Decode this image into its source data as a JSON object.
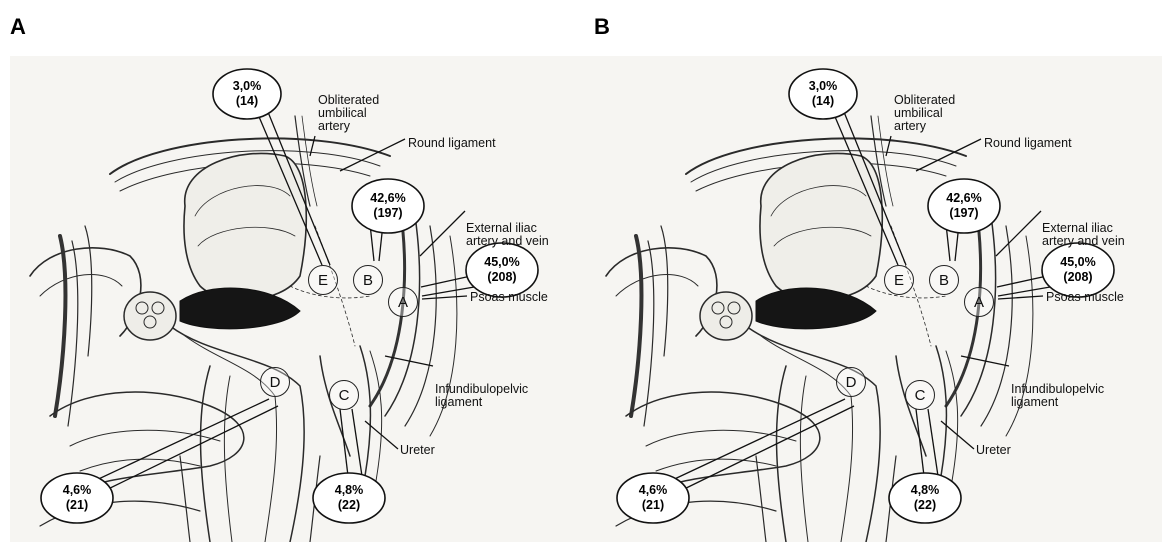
{
  "panels": [
    {
      "letter": "A",
      "sites": {
        "A": "A",
        "B": "B",
        "C": "C",
        "D": "D",
        "E": "E"
      },
      "bubbles": {
        "E": {
          "pct": "3,0%",
          "n": "(14)"
        },
        "B": {
          "pct": "42,6%",
          "n": "(197)"
        },
        "A": {
          "pct": "45,0%",
          "n": "(208)"
        },
        "D": {
          "pct": "4,6%",
          "n": "(21)"
        },
        "C": {
          "pct": "4,8%",
          "n": "(22)"
        }
      },
      "labels": {
        "umbilical": [
          "Obliterated",
          "umbilical",
          "artery"
        ],
        "round": "Round ligament",
        "iliac": [
          "External iliac",
          "artery and vein"
        ],
        "psoas": "Psoas muscle",
        "infundibulo": [
          "Infundibulopelvic",
          "ligament"
        ],
        "ureter": "Ureter"
      }
    },
    {
      "letter": "B",
      "sites": {
        "A": "A",
        "B": "B",
        "C": "C",
        "D": "D",
        "E": "E"
      },
      "bubbles": {
        "E": {
          "pct": "3,0%",
          "n": "(14)"
        },
        "B": {
          "pct": "42,6%",
          "n": "(197)"
        },
        "A": {
          "pct": "45,0%",
          "n": "(208)"
        },
        "D": {
          "pct": "4,6%",
          "n": "(21)"
        },
        "C": {
          "pct": "4,8%",
          "n": "(22)"
        }
      },
      "labels": {
        "umbilical": [
          "Obliterated",
          "umbilical",
          "artery"
        ],
        "round": "Round ligament",
        "iliac": [
          "External iliac",
          "artery and vein"
        ],
        "psoas": "Psoas muscle",
        "infundibulo": [
          "Infundibulopelvic",
          "ligament"
        ],
        "ureter": "Ureter"
      }
    }
  ]
}
